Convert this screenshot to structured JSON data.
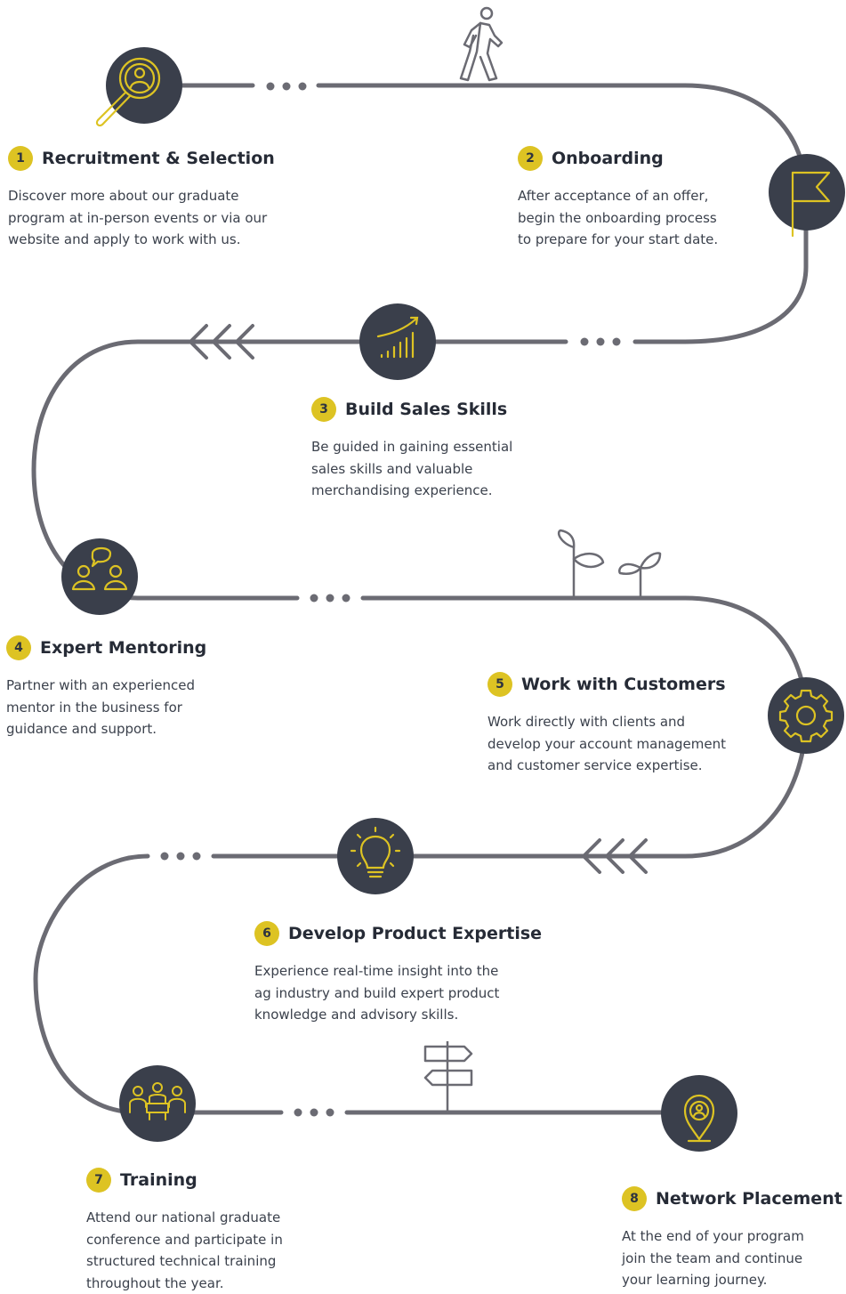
{
  "colors": {
    "path": "#6B6B73",
    "circle": "#3A3F4B",
    "accent": "#DDC323",
    "text": "#262B36"
  },
  "steps": [
    {
      "num": "1",
      "title": "Recruitment & Selection",
      "icon": "magnifier-person-icon",
      "desc": "Discover more about our graduate\nprogram at in-person events or via our\nwebsite and apply to work with us."
    },
    {
      "num": "2",
      "title": "Onboarding",
      "icon": "flag-icon",
      "desc": "After acceptance of an offer,\nbegin the onboarding process\nto prepare for your start date."
    },
    {
      "num": "3",
      "title": "Build Sales Skills",
      "icon": "growth-chart-icon",
      "desc": "Be guided in gaining essential\nsales skills and valuable\nmerchandising experience."
    },
    {
      "num": "4",
      "title": "Expert Mentoring",
      "icon": "conversation-icon",
      "desc": "Partner with an experienced\nmentor in the business for\nguidance and support."
    },
    {
      "num": "5",
      "title": "Work with Customers",
      "icon": "gear-icon",
      "desc": "Work directly with clients and\ndevelop your account management\nand customer service expertise."
    },
    {
      "num": "6",
      "title": "Develop Product Expertise",
      "icon": "lightbulb-icon",
      "desc": "Experience real-time insight into the\nag industry and build expert product\nknowledge and advisory skills."
    },
    {
      "num": "7",
      "title": "Training",
      "icon": "team-meeting-icon",
      "desc": "Attend our national graduate\nconference and participate in\nstructured technical training\nthroughout the year."
    },
    {
      "num": "8",
      "title": "Network Placement",
      "icon": "location-pin-icon",
      "desc": "At the end of your program\njoin the team and continue\nyour learning journey."
    }
  ],
  "decorations": [
    "walking-person-icon",
    "chevrons-left-icon",
    "sprouts-icon",
    "signpost-icon"
  ]
}
